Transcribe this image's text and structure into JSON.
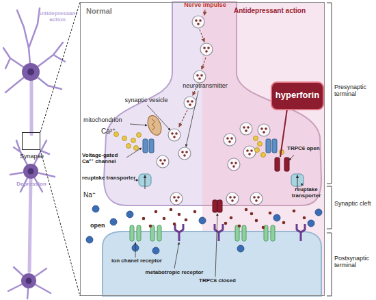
{
  "diagram": {
    "nodes": [
      {
        "text": [
          "Synapse"
        ]
      },
      {
        "text": [
          "Normal",
          "Antidepressant action"
        ]
      },
      {
        "text": [
          "hyperforin"
        ],
        "in": 1
      }
    ],
    "edges": [
      {
        "from": 0,
        "to": 1,
        "arrow": "none"
      },
      {
        "from": 0,
        "to": 1,
        "arrow": "none"
      }
    ],
    "labels": [
      "Antidepressant action",
      "Depression",
      "Nerve impulse",
      "neurotransmitter",
      "synaptic vesicle",
      "mitochondrion",
      "Ca²⁺",
      "Voltage-gated Ca²⁺ channel",
      "reuptake transporter",
      "Na⁺",
      "open",
      "ion chanel receptor",
      "metabotropic receptor",
      "TRPC6 closed",
      "TRPC6 open",
      "reuptake transporter",
      "Presynaptic terminal",
      "Synaptic cleft",
      "Postsynaptic terminal"
    ]
  }
}
